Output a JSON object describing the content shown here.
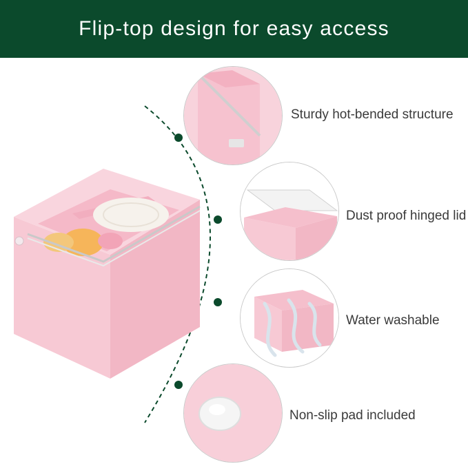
{
  "banner": {
    "title": "Flip-top design for easy access",
    "background": "#0b4a2c",
    "text_color": "#ffffff"
  },
  "accent_colors": {
    "product_pink": "#f6c3cf",
    "dot_green": "#0b4a2c",
    "arc_dash": "#0b4a2c"
  },
  "features": [
    {
      "label": "Sturdy hot-bended structure",
      "icon": "hinge-closeup-image"
    },
    {
      "label": "Dust proof hinged lid",
      "icon": "open-lid-box-image"
    },
    {
      "label": "Water washable",
      "icon": "water-splash-box-image"
    },
    {
      "label": "Non-slip pad included",
      "icon": "silicone-pad-image"
    }
  ]
}
